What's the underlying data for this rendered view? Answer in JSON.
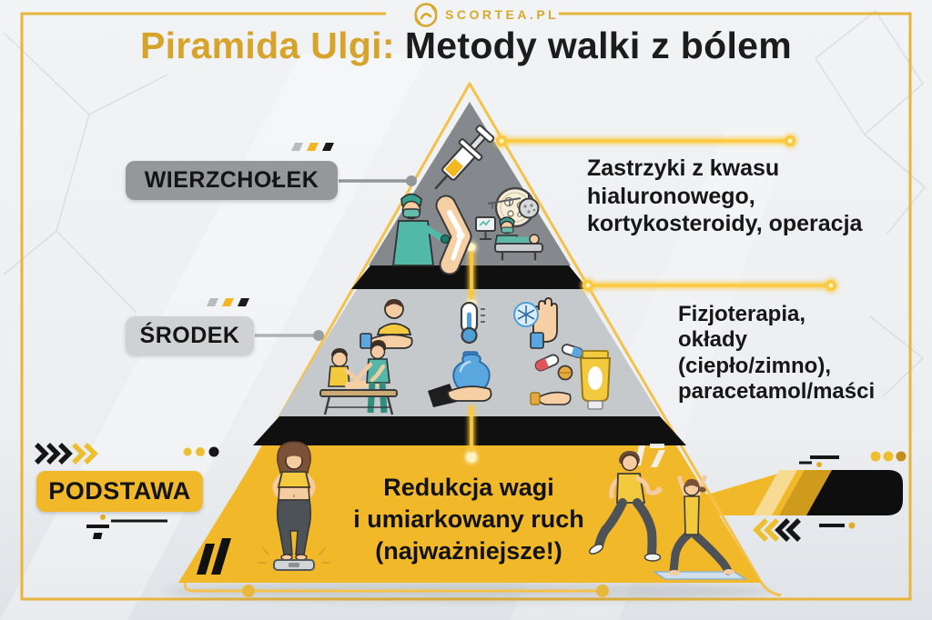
{
  "brand": {
    "name": "SCORTEA.PL"
  },
  "title": {
    "highlight": "Piramida Ulgi:",
    "rest": "Metody walki z bólem"
  },
  "pyramid": {
    "levels": [
      {
        "id": "wierzcholek",
        "label": "WIERZCHOŁEK",
        "description": "Zastrzyki z kwasu\nhialuronowego,\nkortykosteroidy, operacja"
      },
      {
        "id": "srodek",
        "label": "ŚRODEK",
        "description": "Fizjoterapia,\nokłady\n(ciepło/zimno),\nparacetamol/maści"
      },
      {
        "id": "podstawa",
        "label": "PODSTAWA",
        "description": "Redukcja wagi\ni umiarkowany ruch\n(najważniejsze!)"
      }
    ]
  },
  "icons": {
    "header": [
      "scortea-swirl-logo"
    ],
    "top_level": [
      "syringe-icon",
      "petri-dish-icon",
      "surgeon-knee-exam-icon",
      "operating-room-icon"
    ],
    "middle_level": [
      "caring-hand-person-icon",
      "thermometer-icon",
      "hand-snowflake-icon",
      "massage-icon",
      "hand-ice-pack-icon",
      "pills-ointment-icon"
    ],
    "base_level": [
      "woman-on-scale-icon",
      "walking-man-icon",
      "yoga-pose-icon"
    ]
  },
  "colors": {
    "accent_gold": "#e7b43c",
    "title_gold": "#d7a42b",
    "base_yellow": "#f1b82a",
    "level_top_gray": "#85898d",
    "level_middle_gray": "#c6c9cb",
    "band_black": "#101010",
    "text_black": "#161616"
  }
}
